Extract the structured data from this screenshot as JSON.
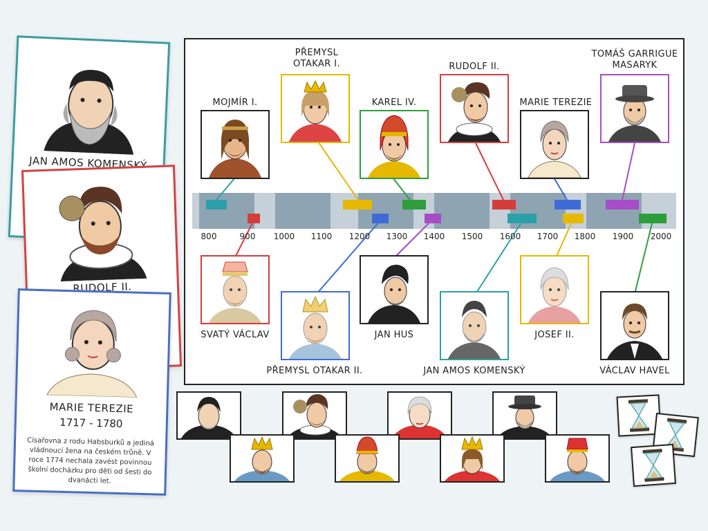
{
  "cards": {
    "komensky": {
      "name": "JAN AMOS KOMENSKÝ",
      "border": "#3a9ca0"
    },
    "rudolf": {
      "name": "RUDOLF II.",
      "border": "#d14343"
    },
    "terezie": {
      "name": "MARIE TEREZIE",
      "years": "1717 - 1780",
      "desc": "Císařovna z rodu Habsburků a jediná vládnoucí žena na českém trůně. V roce 1774 nechala zavést povinnou školní docházku pro děti od šesti do dvanácti let.",
      "border": "#4a6dc4"
    }
  },
  "timeline": {
    "years": [
      "800",
      "900",
      "1000",
      "1100",
      "1200",
      "1300",
      "1400",
      "1500",
      "1600",
      "1700",
      "1800",
      "1900",
      "2000"
    ],
    "top_figures": [
      {
        "label": "MOJMÍR I.",
        "color": "#222222"
      },
      {
        "label": "PŘEMYSL OTAKAR I.",
        "color": "#e6b800"
      },
      {
        "label": "KAREL IV.",
        "color": "#2e9e3a"
      },
      {
        "label": "RUDOLF II.",
        "color": "#d63c3c"
      },
      {
        "label": "MARIE TEREZIE",
        "color": "#222222"
      },
      {
        "label": "TOMÁŠ GARRIGUE MASARYK",
        "color": "#a64dc7"
      }
    ],
    "bottom_figures": [
      {
        "label": "SVATÝ VÁCLAV",
        "color": "#d63c3c"
      },
      {
        "label": "PŘEMYSL OTAKAR II.",
        "color": "#3e6bd6"
      },
      {
        "label": "JAN HUS",
        "color": "#222222"
      },
      {
        "label": "JAN AMOS KOMENSKÝ",
        "color": "#2aa0a8"
      },
      {
        "label": "JOSEF II.",
        "color": "#e6b800"
      },
      {
        "label": "VÁCLAV HAVEL",
        "color": "#222222"
      }
    ],
    "marker_colors": {
      "teal": "#2aa0a8",
      "red": "#d63c3c",
      "yellow": "#e6b800",
      "blue": "#3e6bd6",
      "green": "#2e9e3a",
      "purple": "#a64dc7"
    }
  },
  "pieces": {
    "row1": [
      "komensky",
      "rudolf",
      "josef",
      "masaryk"
    ],
    "row2": [
      "otakar",
      "karel",
      "otakar-red",
      "vaclav"
    ]
  }
}
